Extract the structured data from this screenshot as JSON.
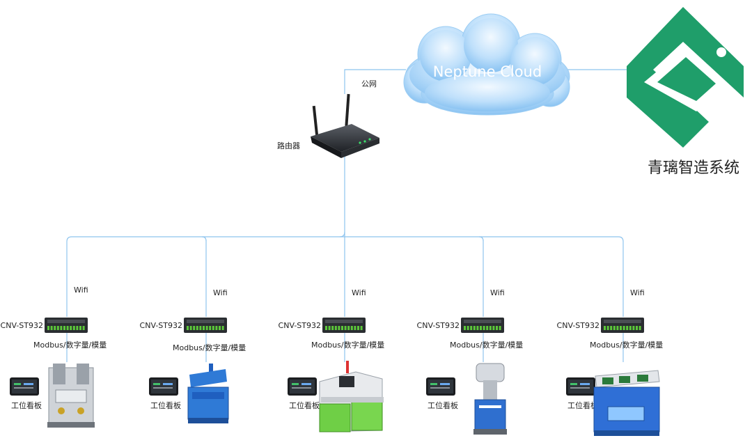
{
  "cloud": {
    "label": "Neptune Cloud"
  },
  "public_net_label": "公网",
  "router": {
    "label": "路由器"
  },
  "system": {
    "name": "青璃智造系统",
    "logo_color": "#1f9e6a"
  },
  "colors": {
    "line": "#8ec4ee",
    "cloud_light": "#e4f2fd",
    "cloud_dark": "#7fbdf0"
  },
  "stations": [
    {
      "device": "CNV-ST932",
      "link": "Wifi",
      "io": "Modbus/数字量/模量",
      "board": "工位看板",
      "machine": "multi-head press"
    },
    {
      "device": "CNV-ST932",
      "link": "Wifi",
      "io": "Modbus/数字量/模量",
      "board": "工位看板",
      "machine": "hydraulic cutting press"
    },
    {
      "device": "CNV-ST932",
      "link": "Wifi",
      "io": "Modbus/数字量/模量",
      "board": "工位看板",
      "machine": "green cabinet station"
    },
    {
      "device": "CNV-ST932",
      "link": "Wifi",
      "io": "Modbus/数字量/模量",
      "board": "工位看板",
      "machine": "upright press"
    },
    {
      "device": "CNV-ST932",
      "link": "Wifi",
      "io": "Modbus/数字量/模量",
      "board": "工位看板",
      "machine": "blue conveyor oven"
    }
  ]
}
